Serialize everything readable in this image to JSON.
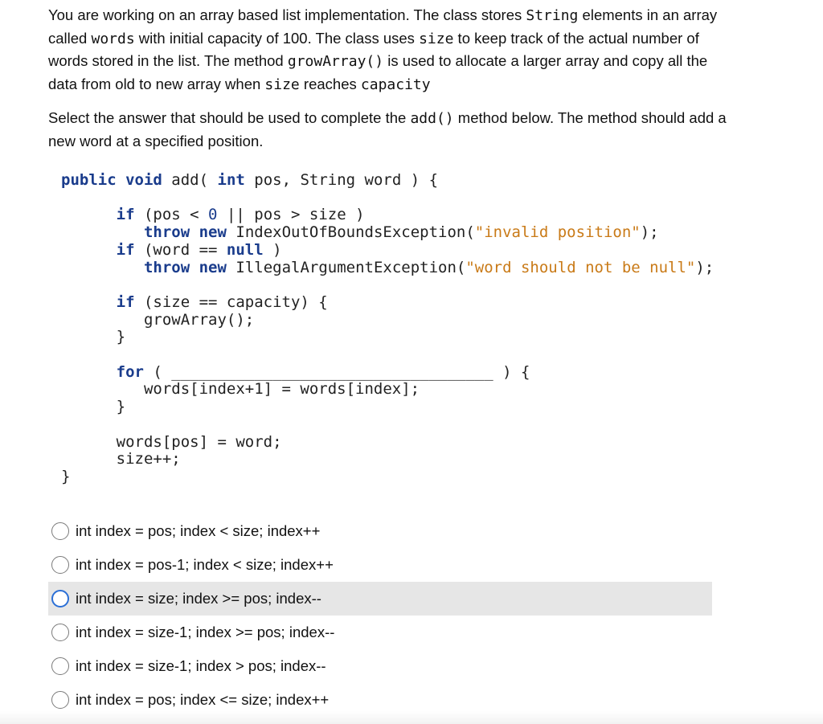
{
  "intro": {
    "t1": "You are working on an array based list implementation. The class stores ",
    "c1": "String",
    "t2": " elements in an array called ",
    "c2": "words",
    "t3": " with initial capacity of 100. The class uses ",
    "c3": "size",
    "t4": " to keep track of the actual number of words stored in the list. The method ",
    "c4": "growArray()",
    "t5": " is used to allocate a larger array and copy all the data from old to new array when ",
    "c5": "size",
    "t6": " reaches ",
    "c6": "capacity"
  },
  "question": {
    "t1": "Select the answer that should be used to complete the ",
    "c1": "add()",
    "t2": " method below. The method should add a new word at a specified position."
  },
  "code": {
    "kw_public": "public",
    "kw_void": "void",
    "sig_a": " add( ",
    "kw_int": "int",
    "sig_b": " pos, String word ) {",
    "kw_if1": "if",
    "if1_a": " (pos < ",
    "zero": "0",
    "if1_b": " || pos > size )",
    "kw_throw1": "throw",
    "kw_new1": "new",
    "ex1": " IndexOutOfBoundsException(",
    "str1": "\"invalid position\"",
    "ex1_end": ");",
    "kw_if2": "if",
    "if2_a": " (word == ",
    "kw_null": "null",
    "if2_b": " )",
    "kw_throw2": "throw",
    "kw_new2": "new",
    "ex2": " IllegalArgumentException(",
    "str2": "\"word should not be null\"",
    "ex2_end": ");",
    "kw_if3": "if",
    "if3_a": " (size == capacity) {",
    "grow": "growArray();",
    "close1": "}",
    "kw_for": "for",
    "for_a": " ( ",
    "blank": "___________________________________",
    "for_b": " ) {",
    "body": "words[index+1] = words[index];",
    "close2": "}",
    "assign": "words[pos] = word;",
    "incr": "size++;",
    "close3": "}"
  },
  "answers": [
    "int index = pos; index < size; index++",
    "int index = pos-1; index < size; index++",
    "int index = size; index >= pos; index--",
    "int index = size-1; index >= pos; index--",
    "int index = size-1; index > pos; index--",
    "int index = pos; index <= size; index++"
  ]
}
